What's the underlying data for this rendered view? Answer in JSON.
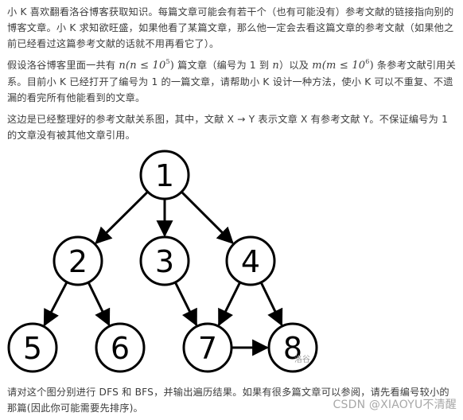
{
  "paragraphs": {
    "p1": "小 K 喜欢翻看洛谷博客获取知识。每篇文章可能会有若干个（也有可能没有）参考文献的链接指向别的博客文章。小 K 求知欲旺盛，如果他看了某篇文章，那么他一定会去看这篇文章的参考文献（如果他之前已经看过这篇参考文献的话就不用再看它了）。",
    "p2_a": "假设洛谷博客里面一共有 ",
    "p2_math1_var": "n",
    "p2_math1_expr": "(n ≤ 10",
    "p2_math1_exp": "5",
    "p2_math1_close": ")",
    "p2_b": " 篇文章（编号为 1 到 ",
    "p2_math2": "n",
    "p2_c": "）以及 ",
    "p2_math3_var": "m",
    "p2_math3_expr": "(m ≤ 10",
    "p2_math3_exp": "6",
    "p2_math3_close": ")",
    "p2_d": " 条参考文献引用关系。目前小 K 已经打开了编号为 1 的一篇文章，请帮助小 K 设计一种方法，使小 K 可以不重复、不遗漏的看完所有他能看到的文章。",
    "p3": "这边是已经整理好的参考文献关系图，其中，文献 X → Y 表示文章 X 有参考文献 Y。不保证编号为 1 的文章没有被其他文章引用。",
    "p4": "请对这个图分别进行 DFS 和 BFS，并输出遍历结果。如果有很多篇文章可以参阅，请先看编号较小的那篇(因此你可能需要先排序)。"
  },
  "graph": {
    "nodes": [
      {
        "id": "1",
        "label": "1"
      },
      {
        "id": "2",
        "label": "2"
      },
      {
        "id": "3",
        "label": "3"
      },
      {
        "id": "4",
        "label": "4"
      },
      {
        "id": "5",
        "label": "5"
      },
      {
        "id": "6",
        "label": "6"
      },
      {
        "id": "7",
        "label": "7"
      },
      {
        "id": "8",
        "label": "8"
      }
    ],
    "edges": [
      [
        "1",
        "2"
      ],
      [
        "1",
        "3"
      ],
      [
        "1",
        "4"
      ],
      [
        "2",
        "5"
      ],
      [
        "2",
        "6"
      ],
      [
        "3",
        "7"
      ],
      [
        "4",
        "7"
      ],
      [
        "4",
        "8"
      ],
      [
        "7",
        "8"
      ]
    ],
    "watermark": "洛谷",
    "stroke_color": "#000000"
  },
  "watermark": {
    "text": "CSDN @XIAOYU不清醒"
  }
}
